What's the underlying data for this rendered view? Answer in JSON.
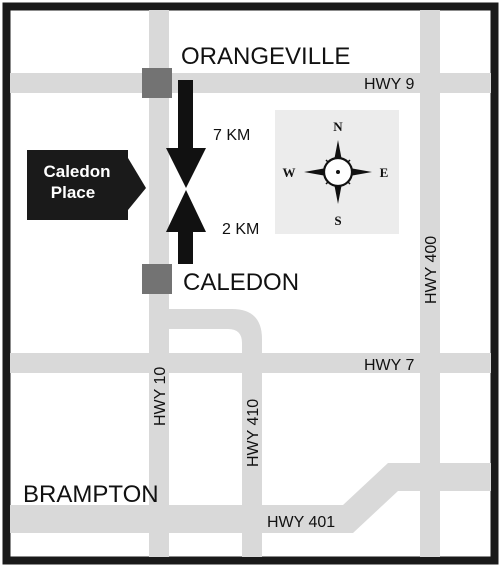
{
  "colors": {
    "road": "#d9d9d9",
    "marker": "#737373",
    "frame": "#1a1a1a",
    "callout": "#1a1a1a",
    "arrow": "#111111"
  },
  "places": {
    "orangeville": "ORANGEVILLE",
    "caledon": "CALEDON",
    "brampton": "BRAMPTON"
  },
  "callout": {
    "line1": "Caledon",
    "line2": "Place"
  },
  "distances": {
    "north": "7 KM",
    "south": "2 KM"
  },
  "highways": {
    "hwy9": "HWY 9",
    "hwy7": "HWY 7",
    "hwy10": "HWY 10",
    "hwy410": "HWY 410",
    "hwy400": "HWY 400",
    "hwy401": "HWY 401"
  },
  "compass": {
    "icon": "compass-rose-icon",
    "n": "N",
    "s": "S",
    "e": "E",
    "w": "W"
  },
  "markers": [
    "marker-orangeville-intersection",
    "marker-caledon-intersection"
  ]
}
